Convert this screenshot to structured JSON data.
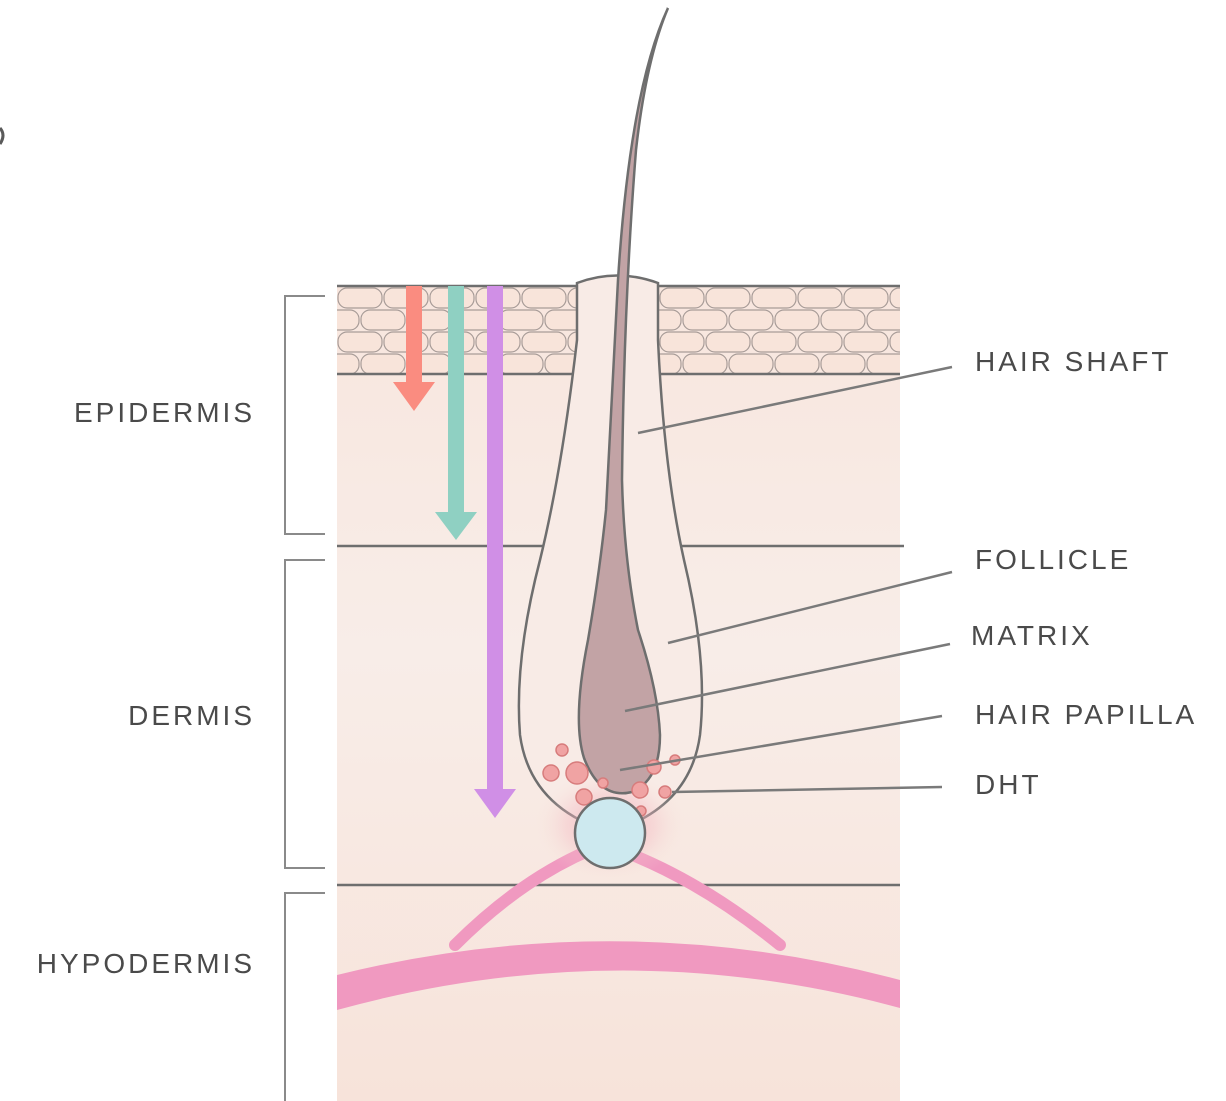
{
  "layers": {
    "epidermis": "EPIDERMIS",
    "dermis": "DERMIS",
    "hypodermis": "HYPODERMIS"
  },
  "parts": {
    "hair_shaft": "HAIR SHAFT",
    "follicle": "FOLLICLE",
    "matrix": "MATRIX",
    "hair_papilla": "HAIR PAPILLA",
    "dht": "DHT"
  },
  "colors": {
    "skin": "#f7e3da",
    "hair": "#c2a3a5",
    "follicle": "#f8ebe6",
    "papilla": "#cde9ef",
    "dht": "#f0a3a3",
    "vessel": "#f099c0",
    "arrow_short": "#fa8c80",
    "arrow_medium": "#8fd0c2",
    "arrow_long": "#d08fe6"
  }
}
